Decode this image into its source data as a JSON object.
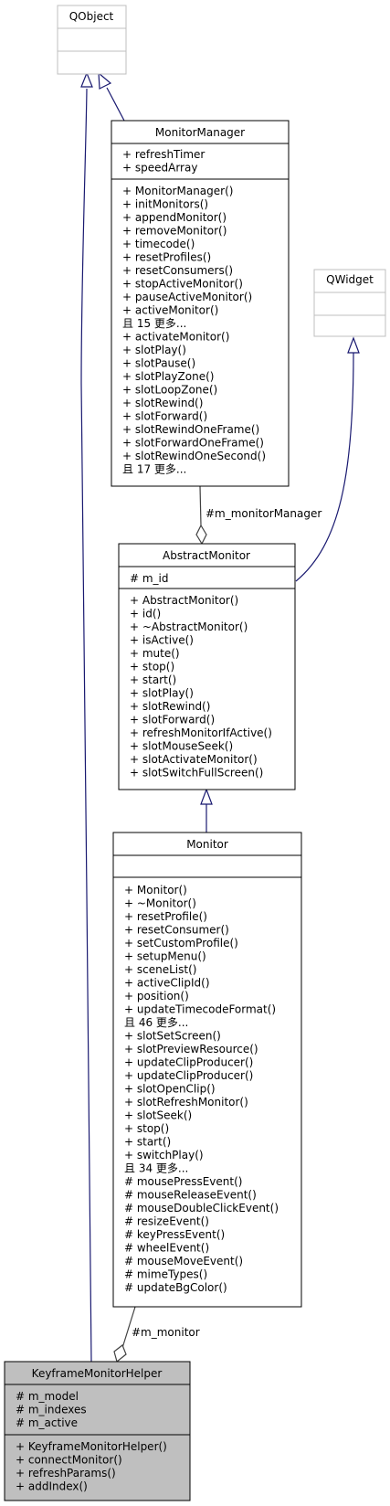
{
  "classes": {
    "qobject": {
      "name": "QObject",
      "members": [],
      "methods": []
    },
    "monitor_manager": {
      "name": "MonitorManager",
      "members": [
        "+ refreshTimer",
        "+ speedArray"
      ],
      "methods": [
        "+ MonitorManager()",
        "+ initMonitors()",
        "+ appendMonitor()",
        "+ removeMonitor()",
        "+ timecode()",
        "+ resetProfiles()",
        "+ resetConsumers()",
        "+ stopActiveMonitor()",
        "+ pauseActiveMonitor()",
        "+ activeMonitor()",
        "且 15 更多...",
        "+ activateMonitor()",
        "+ slotPlay()",
        "+ slotPause()",
        "+ slotPlayZone()",
        "+ slotLoopZone()",
        "+ slotRewind()",
        "+ slotForward()",
        "+ slotRewindOneFrame()",
        "+ slotForwardOneFrame()",
        "+ slotRewindOneSecond()",
        "且 17 更多..."
      ]
    },
    "qwidget": {
      "name": "QWidget",
      "members": [],
      "methods": []
    },
    "abstract_monitor": {
      "name": "AbstractMonitor",
      "members": [
        "# m_id"
      ],
      "methods": [
        "+ AbstractMonitor()",
        "+ id()",
        "+ ~AbstractMonitor()",
        "+ isActive()",
        "+ mute()",
        "+ stop()",
        "+ start()",
        "+ slotPlay()",
        "+ slotRewind()",
        "+ slotForward()",
        "+ refreshMonitorIfActive()",
        "+ slotMouseSeek()",
        "+ slotActivateMonitor()",
        "+ slotSwitchFullScreen()"
      ]
    },
    "monitor": {
      "name": "Monitor",
      "members": [],
      "methods": [
        "+ Monitor()",
        "+ ~Monitor()",
        "+ resetProfile()",
        "+ resetConsumer()",
        "+ setCustomProfile()",
        "+ setupMenu()",
        "+ sceneList()",
        "+ activeClipId()",
        "+ position()",
        "+ updateTimecodeFormat()",
        "且 46 更多...",
        "+ slotSetScreen()",
        "+ slotPreviewResource()",
        "+ updateClipProducer()",
        "+ updateClipProducer()",
        "+ slotOpenClip()",
        "+ slotRefreshMonitor()",
        "+ slotSeek()",
        "+ stop()",
        "+ start()",
        "+ switchPlay()",
        "且 34 更多...",
        "# mousePressEvent()",
        "# mouseReleaseEvent()",
        "# mouseDoubleClickEvent()",
        "# resizeEvent()",
        "# keyPressEvent()",
        "# wheelEvent()",
        "# mouseMoveEvent()",
        "# mimeTypes()",
        "# updateBgColor()"
      ]
    },
    "keyframe_monitor_helper": {
      "name": "KeyframeMonitorHelper",
      "members": [
        "# m_model",
        "# m_indexes",
        "# m_active"
      ],
      "methods": [
        "+ KeyframeMonitorHelper()",
        "+ connectMonitor()",
        "+ refreshParams()",
        "+ addIndex()"
      ]
    }
  },
  "edges": {
    "monitor_manager_label": "#m_monitorManager",
    "monitor_label": "#m_monitor"
  },
  "colors": {
    "inheritance": "#191970",
    "association": "#404040",
    "box_border_active": "#000000",
    "box_border_external": "#bfbfbf",
    "focus_fill": "#bfbfbf"
  }
}
